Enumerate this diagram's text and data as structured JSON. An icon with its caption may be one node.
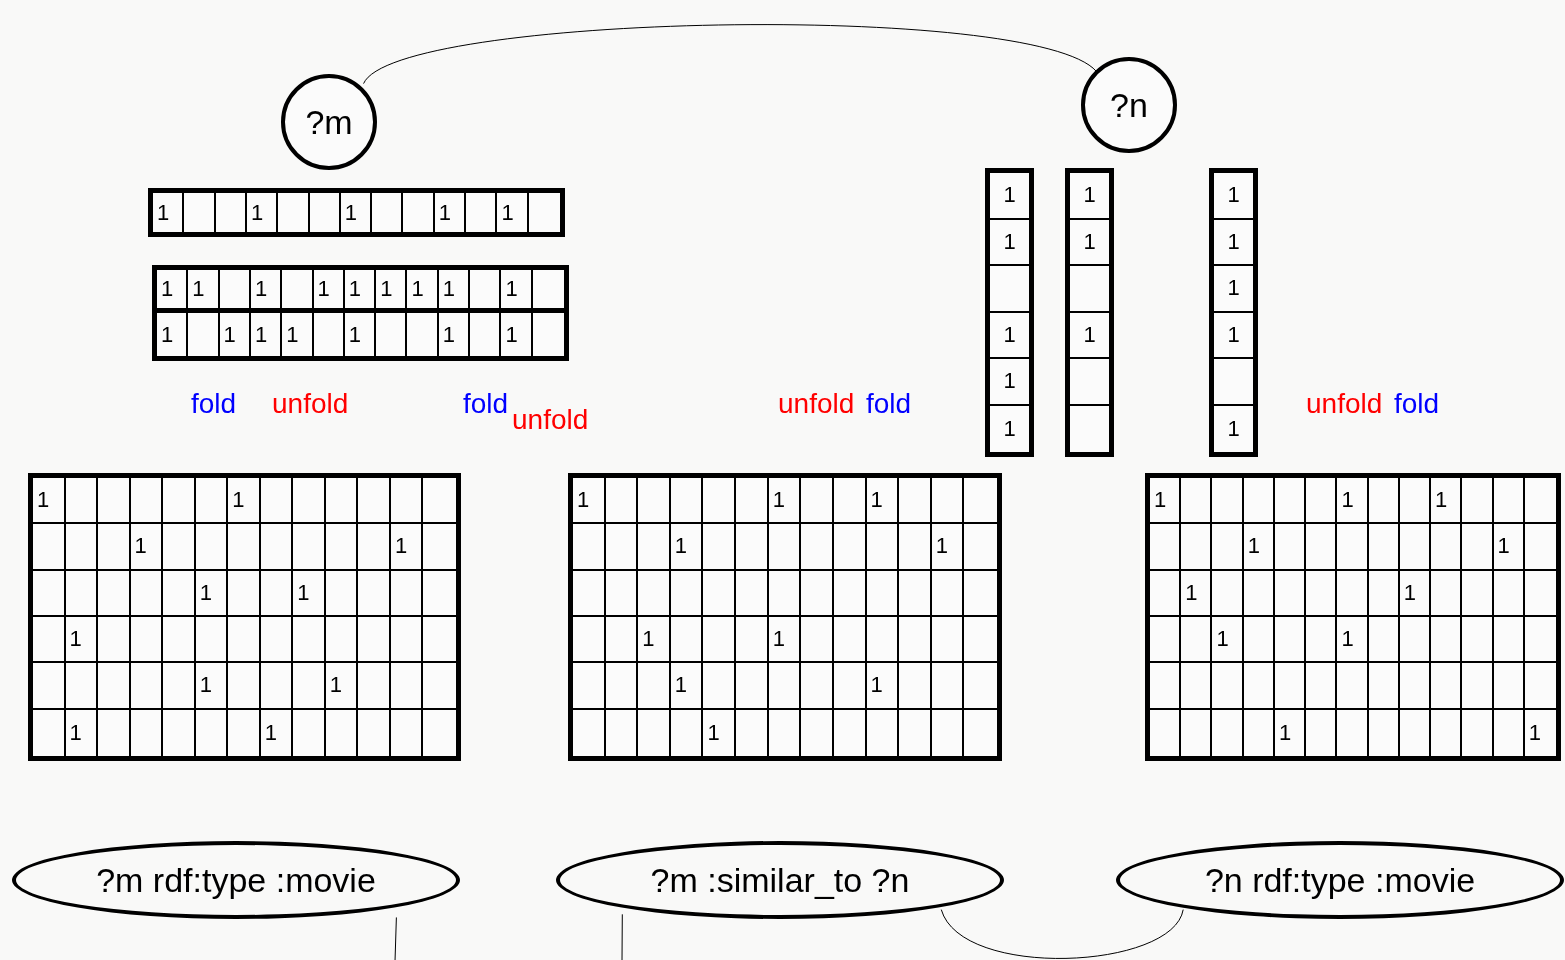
{
  "diagram": {
    "nodes": [
      {
        "text": [
          "?m"
        ]
      },
      {
        "text": [
          "?n"
        ]
      },
      {
        "text": [
          "1",
          "1",
          "1",
          "1",
          "1"
        ]
      },
      {
        "text": [
          "1",
          "1",
          "1",
          "1",
          "1",
          "1",
          "1",
          "1",
          "1",
          "1",
          "1",
          "1",
          "1",
          "1",
          "1",
          "1"
        ]
      },
      {
        "text": [
          "1",
          "1",
          "1",
          "1",
          "1"
        ]
      },
      {
        "text": [
          "1",
          "1",
          "1"
        ]
      },
      {
        "text": [
          "1",
          "1",
          "1",
          "1",
          "1"
        ]
      },
      {
        "text": [
          "1",
          "1",
          "1",
          "1",
          "1",
          "1",
          "1",
          "1",
          "1",
          "1",
          "1"
        ]
      },
      {
        "text": [
          "1",
          "1",
          "1",
          "1",
          "1",
          "1",
          "1",
          "1",
          "1",
          "1"
        ]
      },
      {
        "text": [
          "1",
          "1",
          "1",
          "1",
          "1",
          "1",
          "1",
          "1",
          "1",
          "1",
          "1"
        ]
      },
      {
        "text": [
          "?m rdf:type :movie"
        ]
      },
      {
        "text": [
          "?m :similar_to ?n"
        ]
      },
      {
        "text": [
          "?n rdf:type :movie"
        ]
      }
    ],
    "edges": [
      {
        "from": 0,
        "to": 1,
        "arrow": "none"
      },
      {
        "from": 11,
        "to": 12,
        "arrow": "none"
      },
      {
        "from": 10,
        "to": null,
        "arrow": "none"
      },
      {
        "from": 11,
        "to": null,
        "arrow": "none"
      }
    ],
    "labels": [
      "fold",
      "unfold",
      "fold",
      "unfold",
      "unfold",
      "fold",
      "unfold",
      "fold"
    ]
  }
}
